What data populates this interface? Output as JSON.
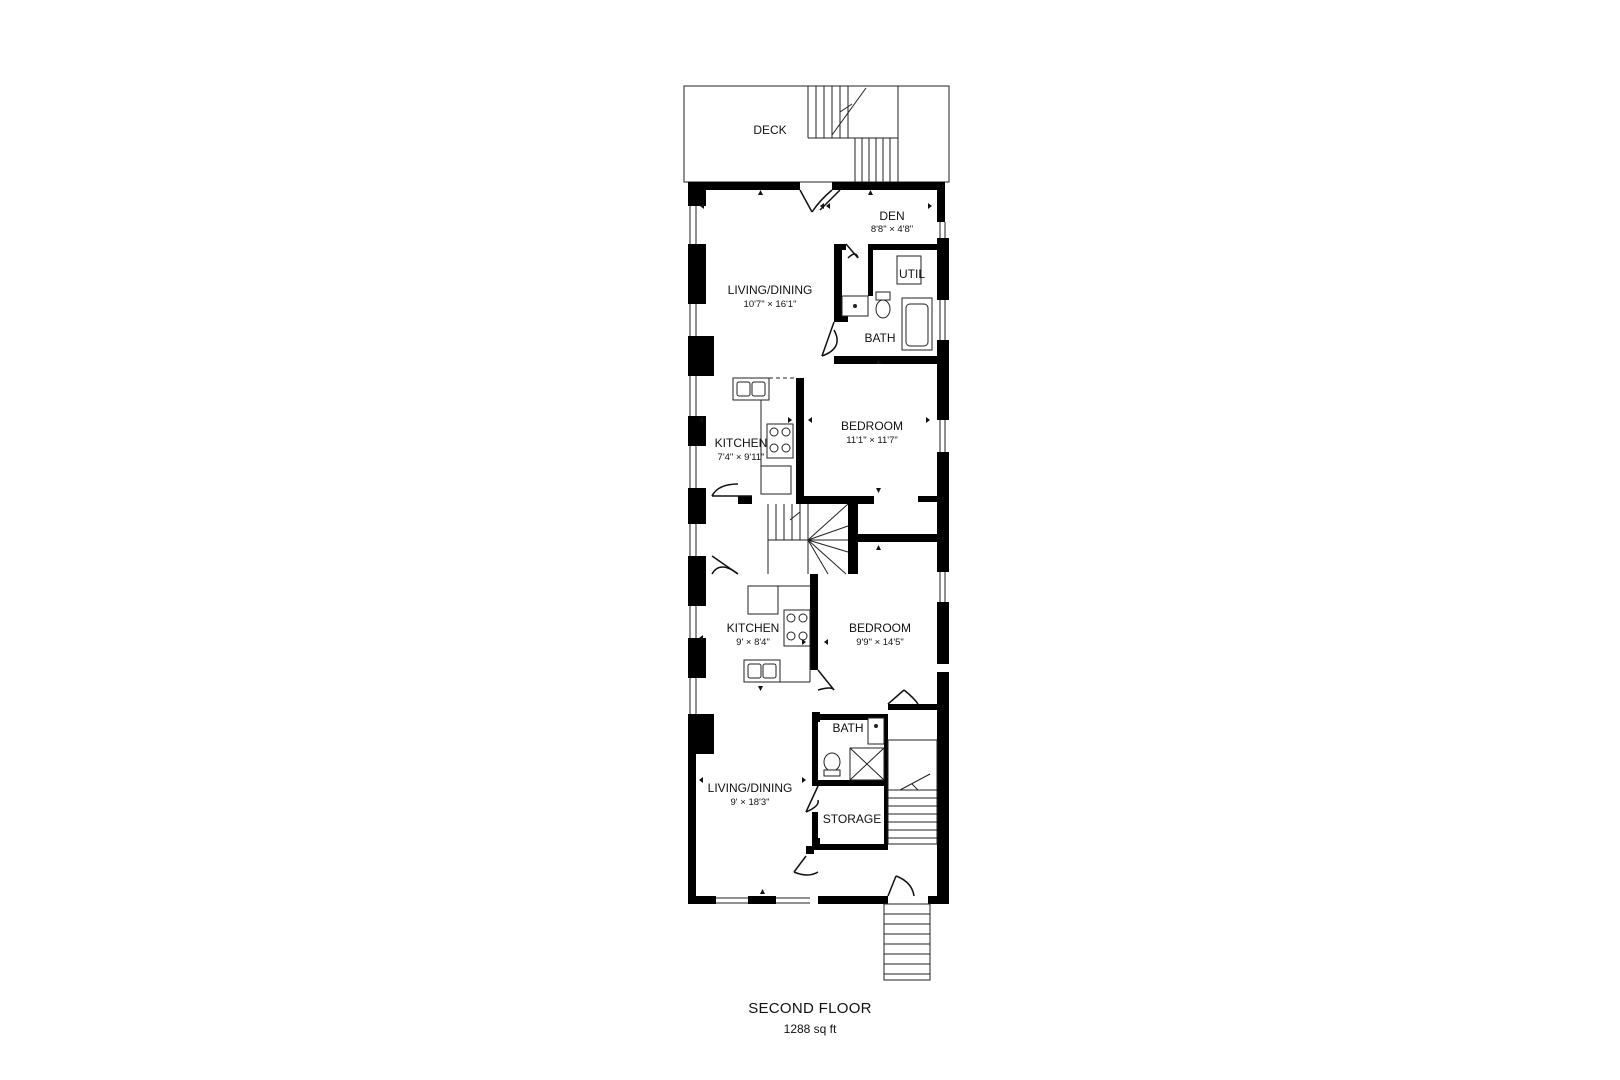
{
  "floor": {
    "name": "SECOND FLOOR",
    "area": "1288 sq ft"
  },
  "rooms": {
    "deck": {
      "label": "DECK"
    },
    "den": {
      "label": "DEN",
      "dims": "8'8\" × 4'8\""
    },
    "util": {
      "label": "UTIL"
    },
    "living_upper": {
      "label": "LIVING/DINING",
      "dims": "10'7\" × 16'1\""
    },
    "bath_upper": {
      "label": "BATH"
    },
    "kitchen_upper": {
      "label": "KITCHEN",
      "dims": "7'4\" × 9'11\""
    },
    "bedroom_upper": {
      "label": "BEDROOM",
      "dims": "11'1\" × 11'7\""
    },
    "kitchen_lower": {
      "label": "KITCHEN",
      "dims": "9' × 8'4\""
    },
    "bedroom_lower": {
      "label": "BEDROOM",
      "dims": "9'9\" × 14'5\""
    },
    "bath_lower": {
      "label": "BATH"
    },
    "living_lower": {
      "label": "LIVING/DINING",
      "dims": "9' × 18'3\""
    },
    "storage": {
      "label": "STORAGE"
    }
  },
  "colors": {
    "wall": "#000000",
    "line": "#222222",
    "background": "#ffffff"
  }
}
